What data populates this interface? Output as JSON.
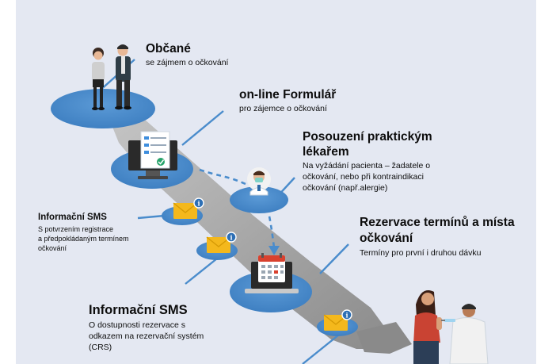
{
  "steps": {
    "citizens": {
      "title": "Občané",
      "subtitle": "se zájmem o očkování"
    },
    "form": {
      "title": "on-line Formulář",
      "subtitle": "pro zájemce o očkování"
    },
    "doctor": {
      "title_line1": "Posouzení praktickým",
      "title_line2": "lékařem",
      "desc_line1": "Na vyžádání pacienta – žadatele o",
      "desc_line2": "očkování, nebo při kontraindikaci",
      "desc_line3": "očkování (např.alergie)"
    },
    "reservation": {
      "title_line1": "Rezervace termínů a místa",
      "title_line2": "očkování",
      "desc": "Termíny pro první i druhou dávku"
    },
    "sms1": {
      "title": "Informační SMS",
      "desc_line1": "S potvrzením registrace",
      "desc_line2": "a předpokládaným termínem",
      "desc_line3": "očkování"
    },
    "sms2": {
      "title": "Informační SMS",
      "desc_line1": "O dostupnosti rezervace s",
      "desc_line2": "odkazem na rezervační systém",
      "desc_line3": "(CRS)"
    }
  },
  "icons": [
    "people-icon",
    "form-monitor-icon",
    "doctor-icon",
    "envelope-icon",
    "info-icon",
    "calendar-laptop-icon",
    "vaccination-icon"
  ],
  "colors": {
    "panel_bg": "#e4e8f2",
    "disc_blue": "#4a8ccc",
    "line_blue": "#4a8ccc",
    "arrow_grey": "#8f8f8f",
    "envelope_yellow": "#f4b81c",
    "calendar_red": "#d9412e"
  }
}
